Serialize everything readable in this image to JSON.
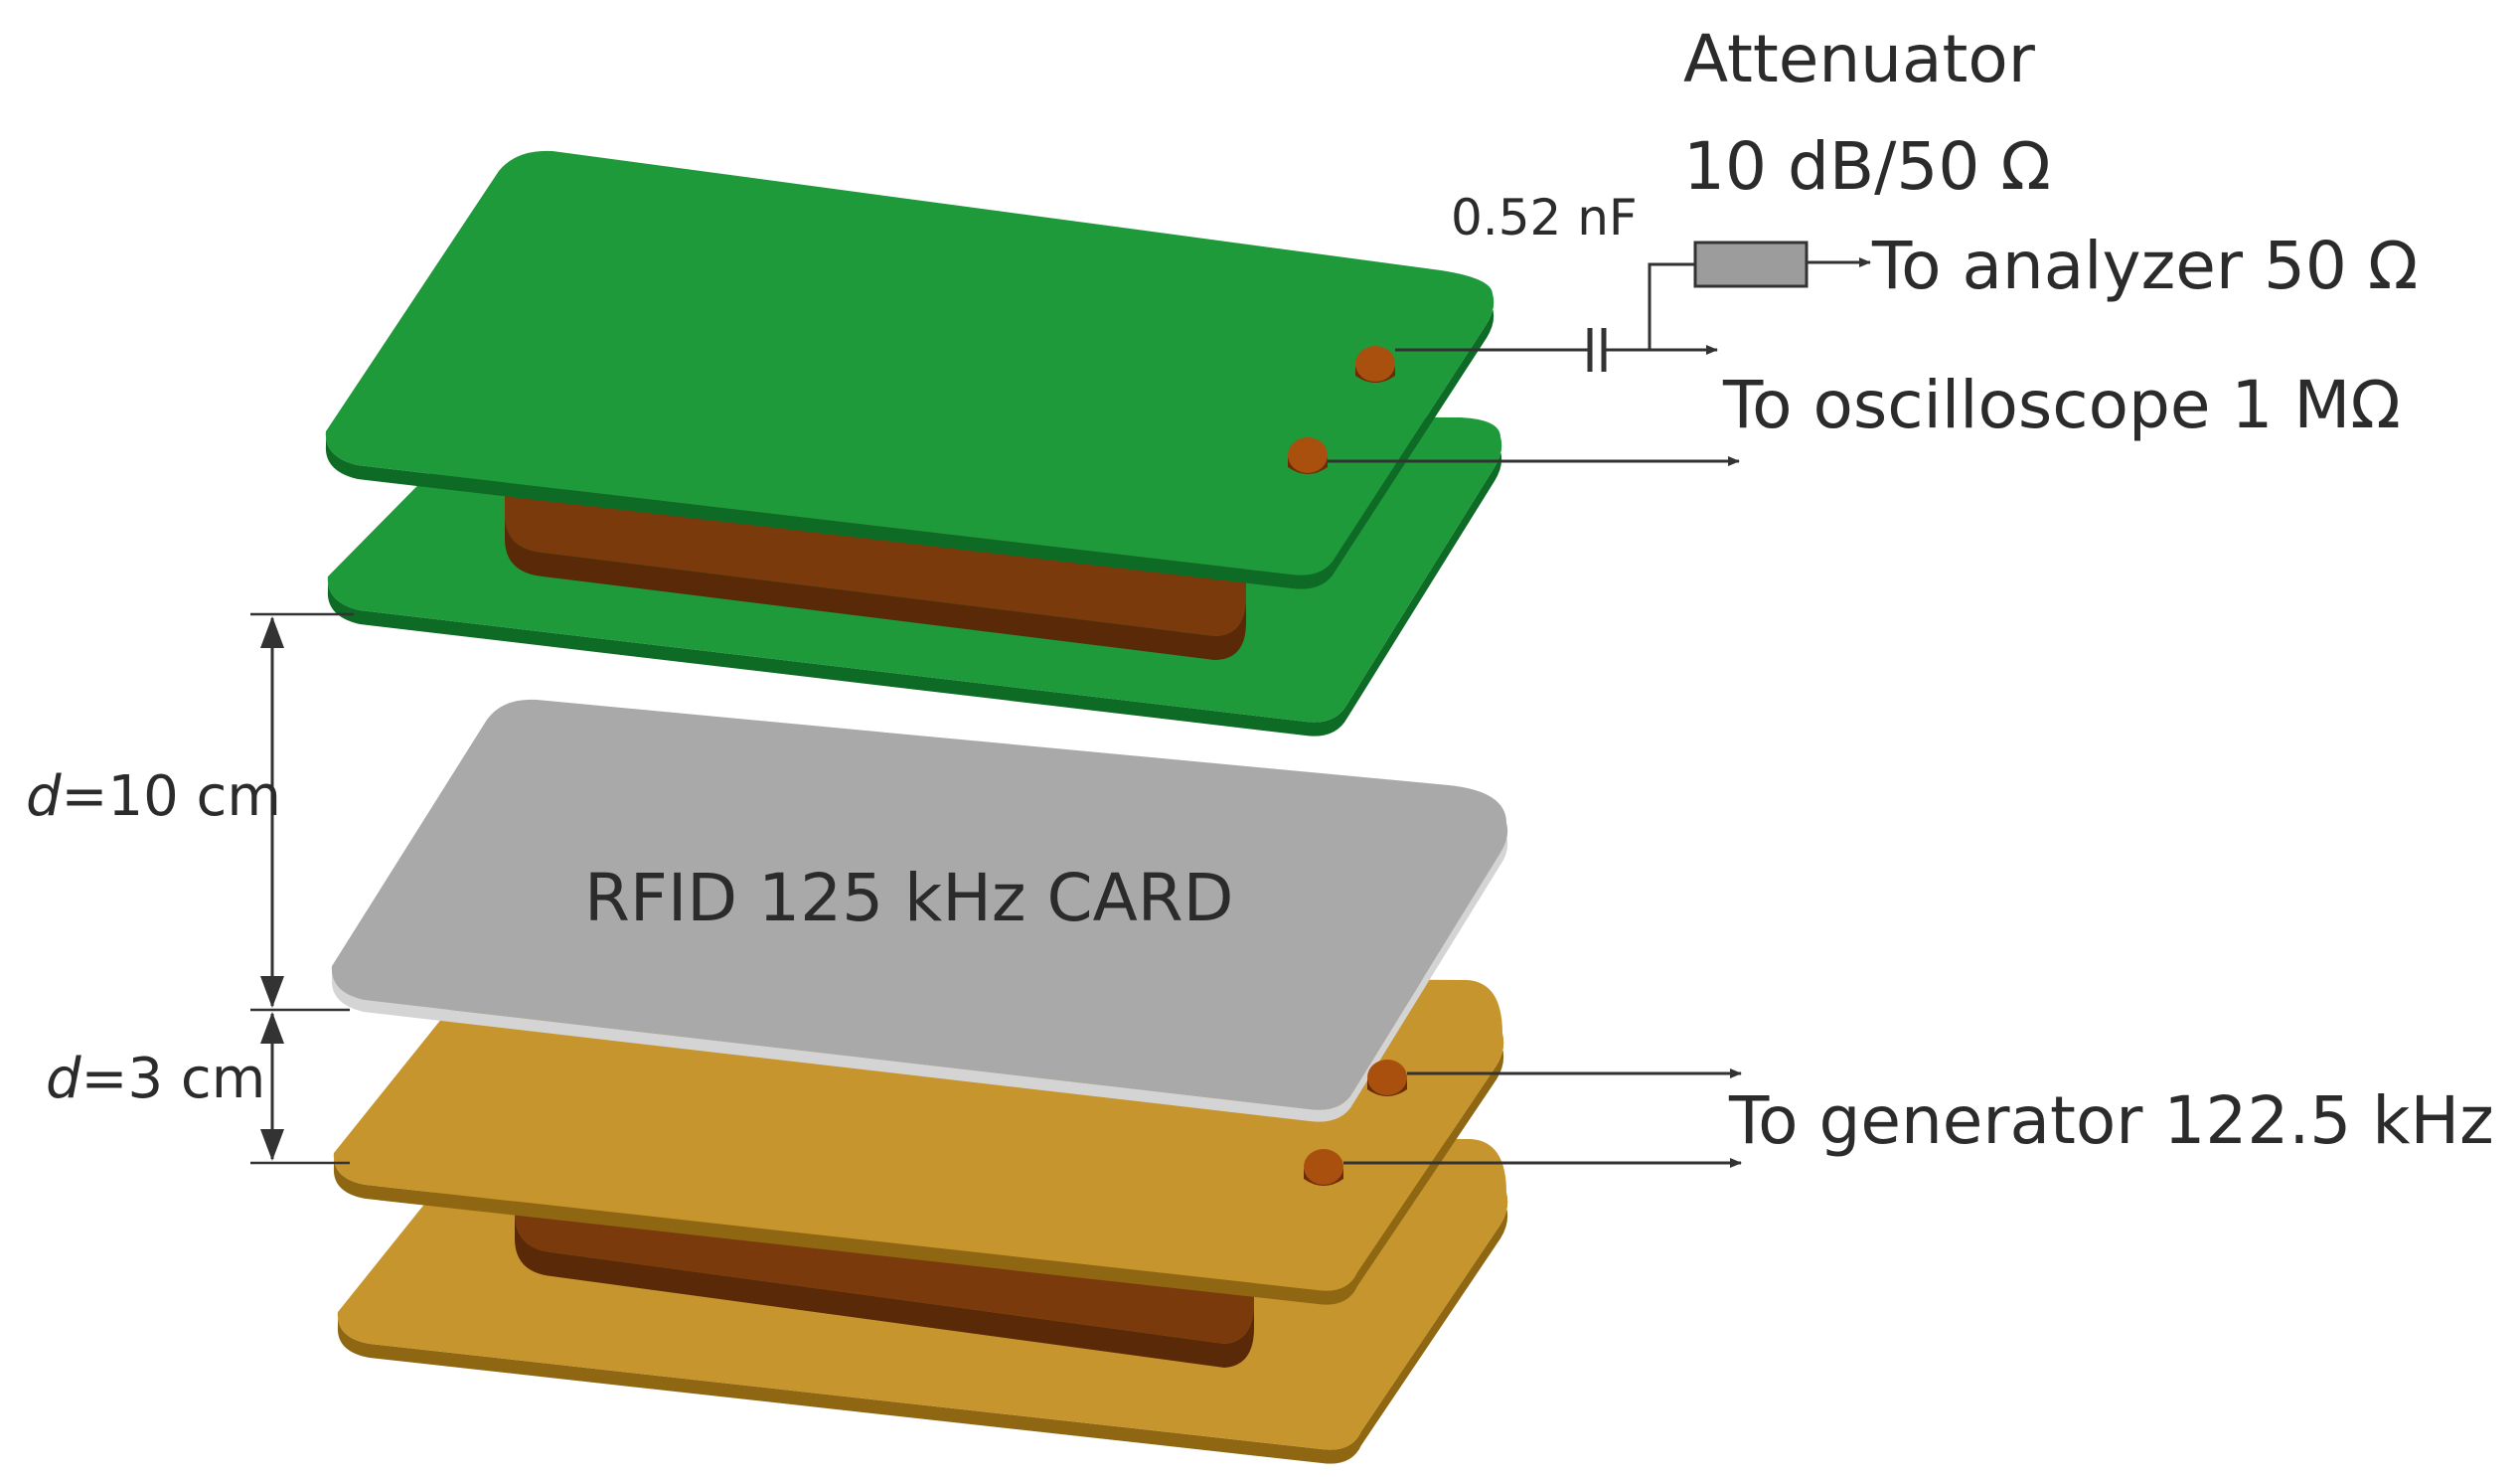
{
  "labels": {
    "attenuator_line1": "Attenuator",
    "attenuator_line2": "10 dB/50 Ω",
    "capacitor": "0.52 nF",
    "analyzer": "To analyzer 50 Ω",
    "oscilloscope": "To oscilloscope 1 MΩ",
    "card": "RFID 125 kHz CARD",
    "generator": "To generator 122.5 kHz",
    "distance_upper_var": "d",
    "distance_upper_val": "=10 cm",
    "distance_lower_var": "d",
    "distance_lower_val": "=3 cm"
  },
  "colors": {
    "receiver_board": "#1f9a3a",
    "receiver_edge": "#0e6b25",
    "card": "#a9a9a9",
    "card_edge": "#d4d4d4",
    "transmitter_board": "#c7952d",
    "transmitter_edge": "#8f6712",
    "coil": "#7a3a0c",
    "attenuator": "#9c9c9c"
  }
}
